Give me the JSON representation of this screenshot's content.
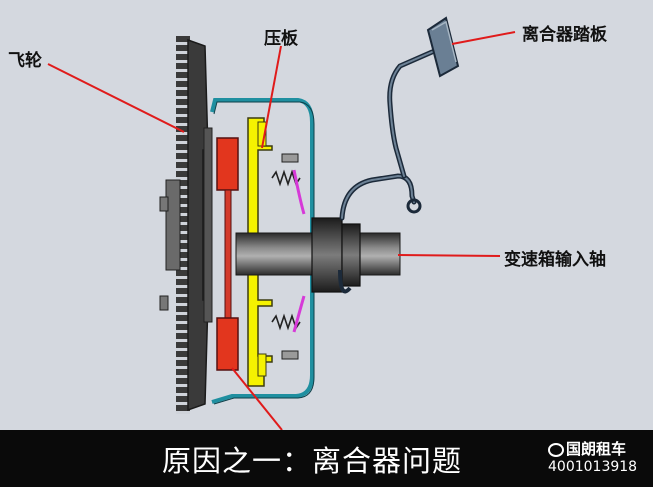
{
  "labels": {
    "flywheel": "飞轮",
    "pressure_plate": "压板",
    "clutch_pedal": "离合器踏板",
    "gearbox_input_shaft": "变速箱输入轴"
  },
  "caption": {
    "title": "原因之一：离合器问题",
    "brand": "国朗租车",
    "phone": "4001013918"
  },
  "colors": {
    "background": "#d4d8df",
    "housing": "#1f8fa0",
    "pressure_plate": "#f5f200",
    "friction_disc": "#e2361e",
    "diaphragm": "#d63ad8",
    "leader_lines": "#e01b1b",
    "flywheel": "#3a3a3a",
    "caption_bar": "#0a0a0a"
  }
}
